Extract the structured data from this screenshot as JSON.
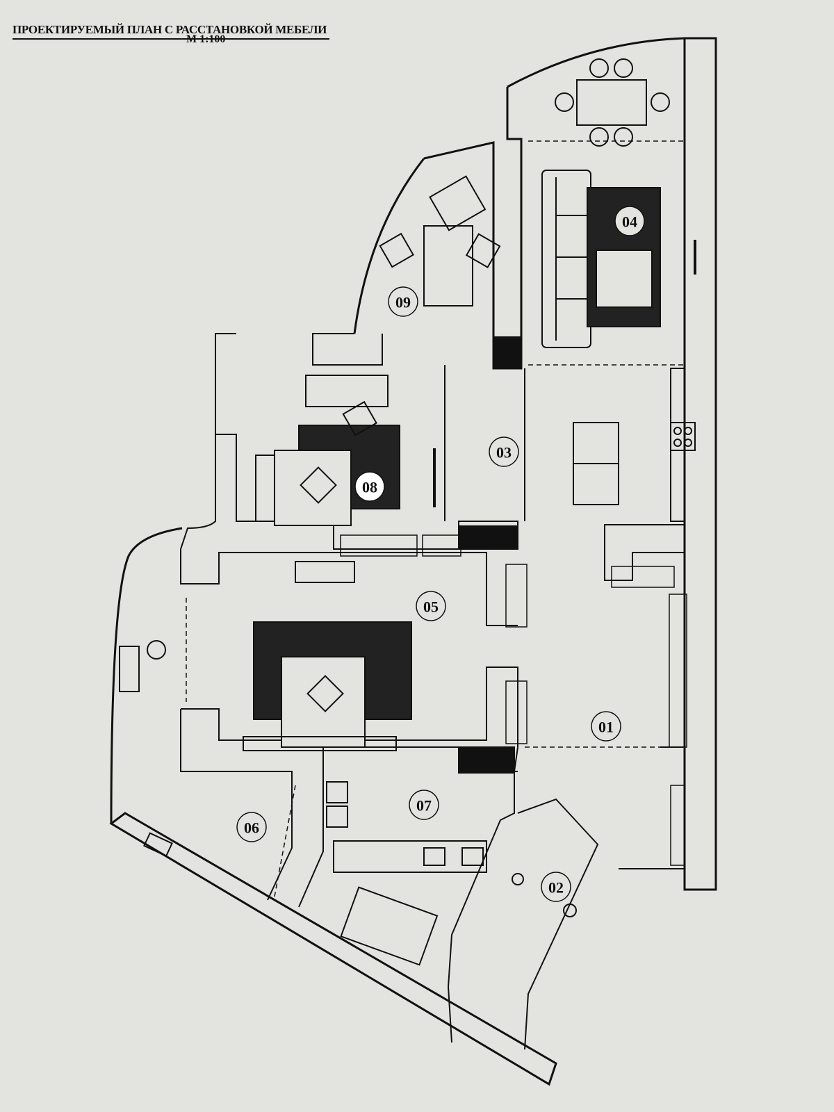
{
  "title": "ПРОЕКТИРУЕМЫЙ ПЛАН  С РАССТАНОВКОЙ МЕБЕЛИ",
  "scale": "М 1:100",
  "rooms": [
    {
      "id": "01"
    },
    {
      "id": "02"
    },
    {
      "id": "03"
    },
    {
      "id": "04"
    },
    {
      "id": "05"
    },
    {
      "id": "06"
    },
    {
      "id": "07"
    },
    {
      "id": "08"
    },
    {
      "id": "09"
    }
  ]
}
